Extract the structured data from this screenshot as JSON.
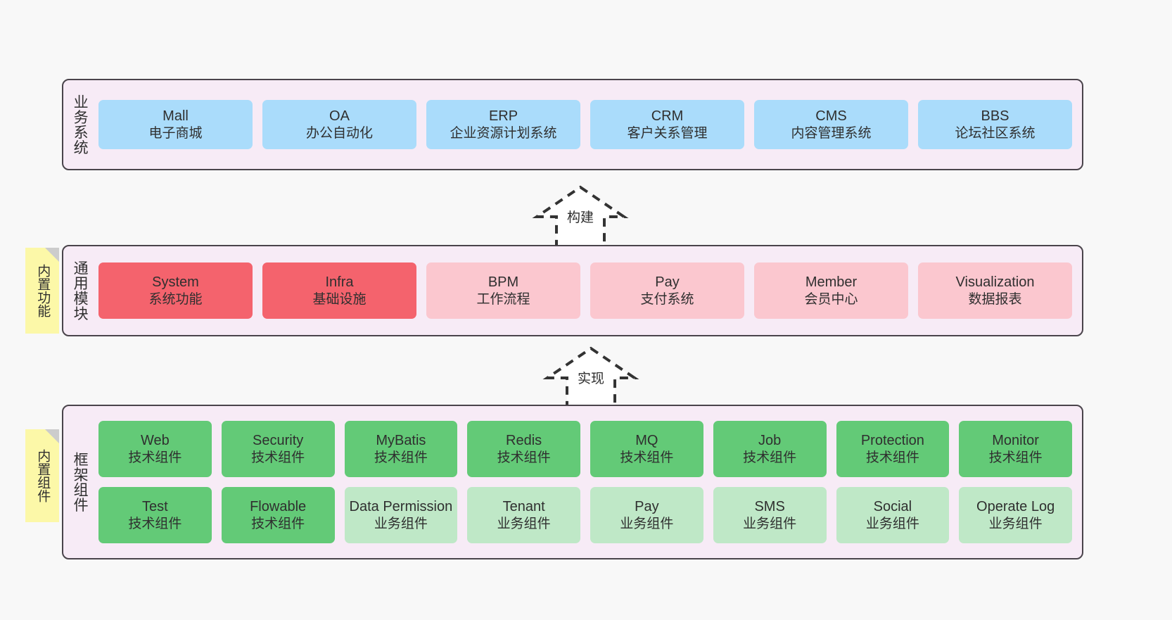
{
  "palette": {
    "page_background": "#f8f8f8",
    "panel_background": "#f7ebf6",
    "panel_border": "#4a444b",
    "business_card": "#aadcfb",
    "module_core": "#f4636d",
    "module_optional": "#fbc7cf",
    "component_tech": "#63ca77",
    "component_business": "#bfe8c7",
    "sticky_note": "#fcf8a8",
    "sticky_fold": "#cccccc",
    "text": "#2f2f2f"
  },
  "layers": [
    {
      "id": "business-system",
      "title": "业务系统",
      "cards": [
        {
          "title": "Mall",
          "subtitle": "电子商城"
        },
        {
          "title": "OA",
          "subtitle": "办公自动化"
        },
        {
          "title": "ERP",
          "subtitle": "企业资源计划系统"
        },
        {
          "title": "CRM",
          "subtitle": "客户关系管理"
        },
        {
          "title": "CMS",
          "subtitle": "内容管理系统"
        },
        {
          "title": "BBS",
          "subtitle": "论坛社区系统"
        }
      ]
    },
    {
      "id": "common-modules",
      "title": "通用模块",
      "sticky": "内置功能",
      "cards": [
        {
          "title": "System",
          "subtitle": "系统功能",
          "variant": "core"
        },
        {
          "title": "Infra",
          "subtitle": "基础设施",
          "variant": "core"
        },
        {
          "title": "BPM",
          "subtitle": "工作流程",
          "variant": "optional"
        },
        {
          "title": "Pay",
          "subtitle": "支付系统",
          "variant": "optional"
        },
        {
          "title": "Member",
          "subtitle": "会员中心",
          "variant": "optional"
        },
        {
          "title": "Visualization",
          "subtitle": "数据报表",
          "variant": "optional"
        }
      ]
    },
    {
      "id": "framework-components",
      "title": "框架组件",
      "sticky": "内置组件",
      "rows": [
        [
          {
            "title": "Web",
            "subtitle": "技术组件",
            "variant": "tech"
          },
          {
            "title": "Security",
            "subtitle": "技术组件",
            "variant": "tech"
          },
          {
            "title": "MyBatis",
            "subtitle": "技术组件",
            "variant": "tech"
          },
          {
            "title": "Redis",
            "subtitle": "技术组件",
            "variant": "tech"
          },
          {
            "title": "MQ",
            "subtitle": "技术组件",
            "variant": "tech"
          },
          {
            "title": "Job",
            "subtitle": "技术组件",
            "variant": "tech"
          },
          {
            "title": "Protection",
            "subtitle": "技术组件",
            "variant": "tech"
          },
          {
            "title": "Monitor",
            "subtitle": "技术组件",
            "variant": "tech"
          }
        ],
        [
          {
            "title": "Test",
            "subtitle": "技术组件",
            "variant": "tech"
          },
          {
            "title": "Flowable",
            "subtitle": "技术组件",
            "variant": "tech"
          },
          {
            "title": "Data Permission",
            "subtitle": "业务组件",
            "variant": "business"
          },
          {
            "title": "Tenant",
            "subtitle": "业务组件",
            "variant": "business"
          },
          {
            "title": "Pay",
            "subtitle": "业务组件",
            "variant": "business"
          },
          {
            "title": "SMS",
            "subtitle": "业务组件",
            "variant": "business"
          },
          {
            "title": "Social",
            "subtitle": "业务组件",
            "variant": "business"
          },
          {
            "title": "Operate Log",
            "subtitle": "业务组件",
            "variant": "business"
          }
        ]
      ]
    }
  ],
  "connectors": [
    {
      "id": "build",
      "label": "构建",
      "from": "common-modules",
      "to": "business-system",
      "style": "dashed-generalization"
    },
    {
      "id": "realize",
      "label": "实现",
      "from": "framework-components",
      "to": "common-modules",
      "style": "dashed-generalization"
    }
  ]
}
